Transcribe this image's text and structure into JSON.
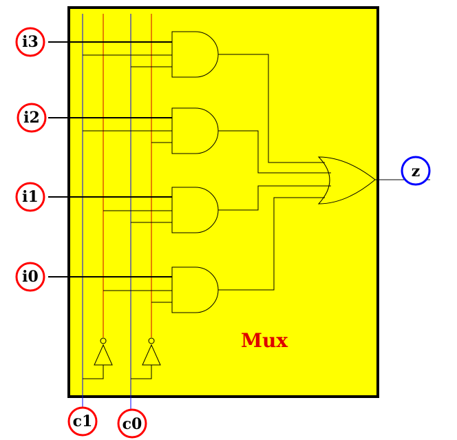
{
  "diagram": {
    "title": "Mux",
    "inputs": [
      "i3",
      "i2",
      "i1",
      "i0"
    ],
    "selects": [
      "c1",
      "c0"
    ],
    "output": "z"
  },
  "colors": {
    "box_fill": "#ffff00",
    "box_stroke": "#000000",
    "wire_blue": "#0000ff",
    "wire_red": "#cc0000",
    "input_circle": "#ff0000",
    "output_circle": "#0000ff",
    "title": "#dd0000"
  }
}
